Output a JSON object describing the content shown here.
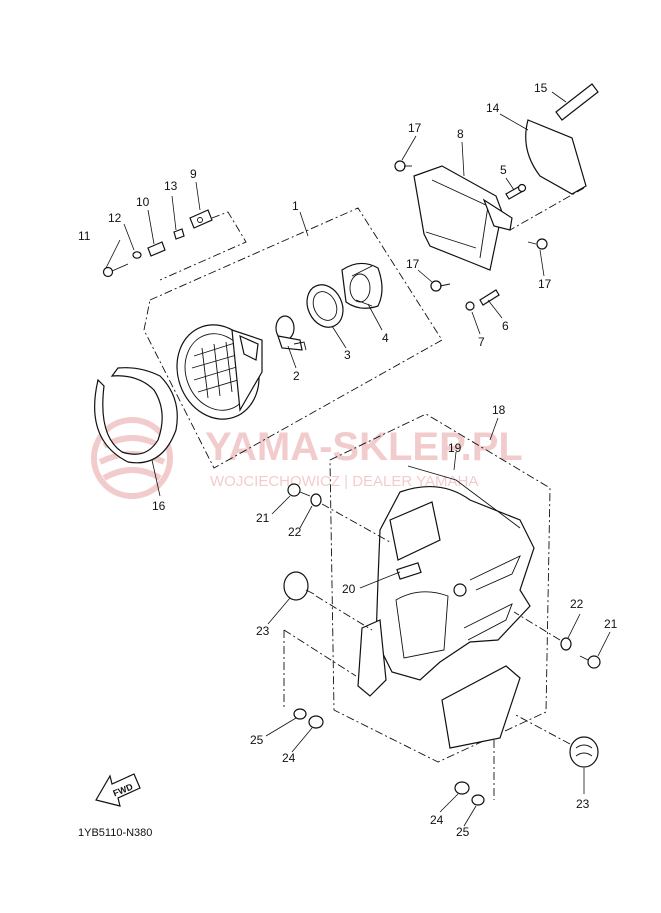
{
  "diagram_code": "1YB5110-N380",
  "fwd_label": "FWD",
  "watermark": {
    "title": "YAMA-SKLEP.PL",
    "subtitle": "WOJCIECHOWICZ | DEALER YAMAHA",
    "color": "#e8a3a3"
  },
  "callouts": {
    "c1": "1",
    "c2": "2",
    "c3": "3",
    "c4": "4",
    "c5": "5",
    "c6": "6",
    "c7": "7",
    "c8": "8",
    "c9": "9",
    "c10": "10",
    "c11": "11",
    "c12": "12",
    "c13": "13",
    "c14": "14",
    "c15": "15",
    "c16": "16",
    "c17a": "17",
    "c17b": "17",
    "c17c": "17",
    "c18": "18",
    "c19": "19",
    "c20": "20",
    "c21a": "21",
    "c21b": "21",
    "c22a": "22",
    "c22b": "22",
    "c23a": "23",
    "c23b": "23",
    "c24a": "24",
    "c24b": "24",
    "c25a": "25",
    "c25b": "25"
  }
}
